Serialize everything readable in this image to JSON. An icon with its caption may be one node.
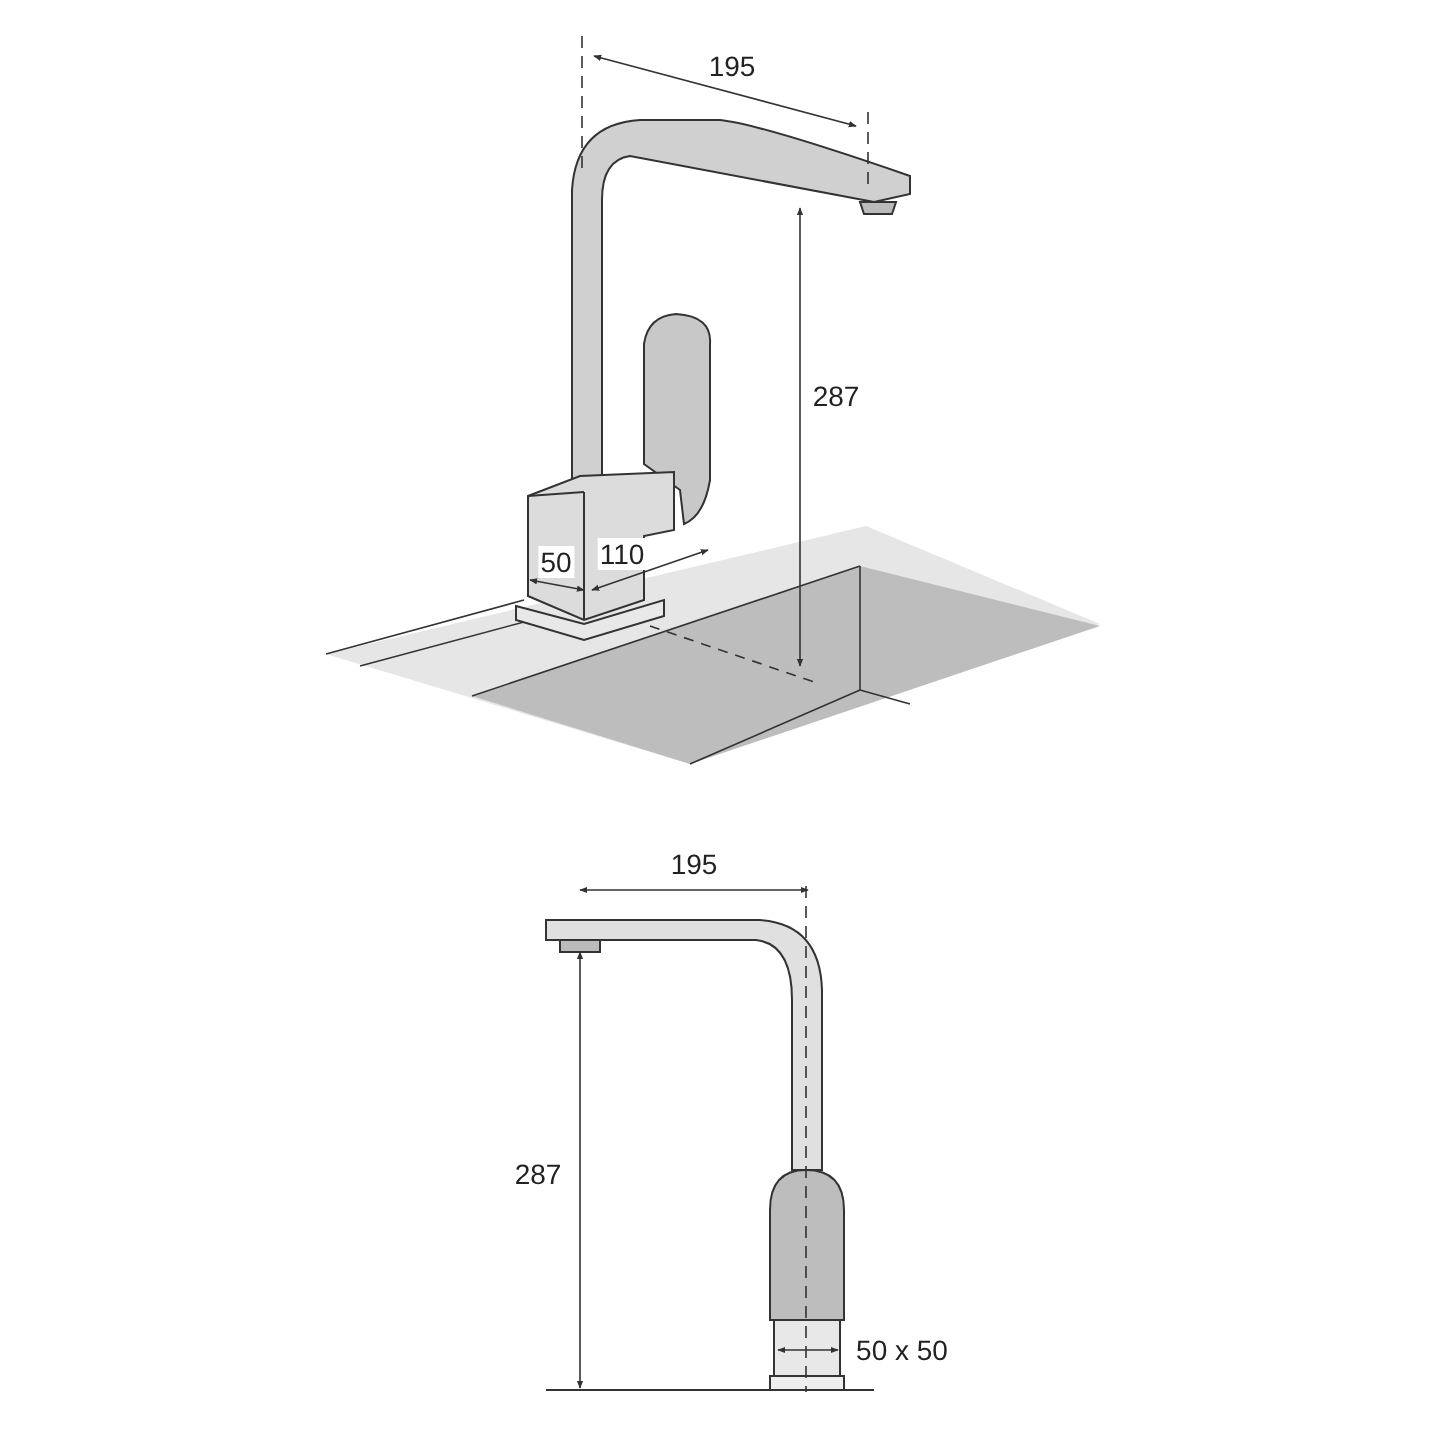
{
  "diagram": {
    "labels": [
      "195",
      "287",
      "50",
      "110",
      "195",
      "287",
      "50 x 50"
    ]
  }
}
